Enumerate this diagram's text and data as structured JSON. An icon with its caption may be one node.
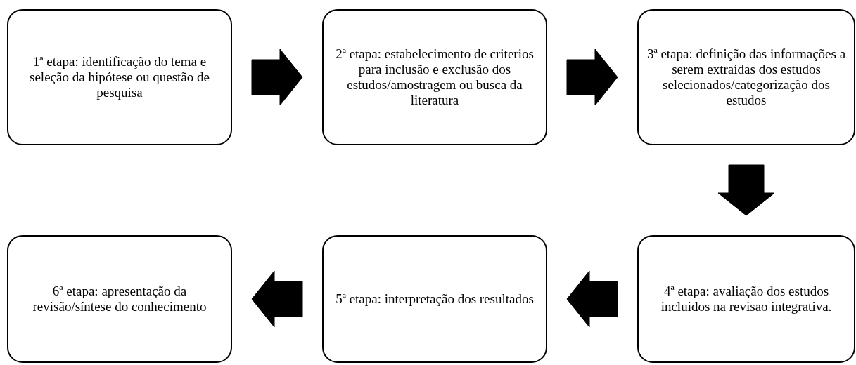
{
  "diagram": {
    "nodes": [
      {
        "text": [
          "1ª etapa: identificação do tema e seleção da hipótese ou questão de pesquisa"
        ]
      },
      {
        "text": [
          "2ª etapa: estabelecimento de criterios para inclusão e exclusão dos estudos/amostragem ou busca da literatura"
        ]
      },
      {
        "text": [
          "3ª etapa: definição das informações a serem extraídas dos estudos selecionados/categorização dos estudos"
        ]
      },
      {
        "text": [
          "4ª etapa: avaliação dos estudos incluidos na revisao integrativa."
        ]
      },
      {
        "text": [
          "5ª etapa: interpretação dos resultados"
        ]
      },
      {
        "text": [
          "6ª etapa: apresentação da revisão/síntese do conhecimento"
        ]
      }
    ],
    "edges": [
      {
        "from": 0,
        "to": 1,
        "arrow": "to"
      },
      {
        "from": 1,
        "to": 2,
        "arrow": "to"
      },
      {
        "from": 2,
        "to": 3,
        "arrow": "to"
      },
      {
        "from": 3,
        "to": 4,
        "arrow": "to"
      },
      {
        "from": 4,
        "to": 5,
        "arrow": "to"
      }
    ]
  }
}
